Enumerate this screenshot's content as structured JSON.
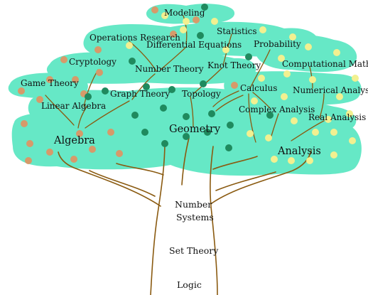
{
  "foundations": {
    "number_line1": "Number",
    "number_line2": "Systems",
    "set_theory": "Set Theory",
    "logic": "Logic"
  },
  "branches": {
    "modeling": "Modeling",
    "operations_research": "Operations Research",
    "statistics": "Statistics",
    "differential_equations": "Differential Equations",
    "probability": "Probability",
    "cryptology": "Cryptology",
    "number_theory": "Number Theory",
    "knot_theory": "Knot Theory",
    "computational_math": "Computational Math",
    "game_theory": "Game Theory",
    "calculus": "Calculus",
    "numerical_analysis": "Numerical Analysis",
    "graph_theory": "Graph Theory",
    "topology": "Topology",
    "linear_algebra": "Linear Algebra",
    "complex_analysis": "Complex Analysis",
    "real_analysis": "Real Analysis",
    "geometry": "Geometry",
    "algebra": "Algebra",
    "analysis": "Analysis"
  },
  "colors": {
    "foliage": "#66e8c6",
    "trunk_line": "#8a5a10",
    "fruit_algebra": "#d69a6a",
    "fruit_geometry": "#1f8a5e",
    "fruit_analysis": "#f2f090"
  }
}
